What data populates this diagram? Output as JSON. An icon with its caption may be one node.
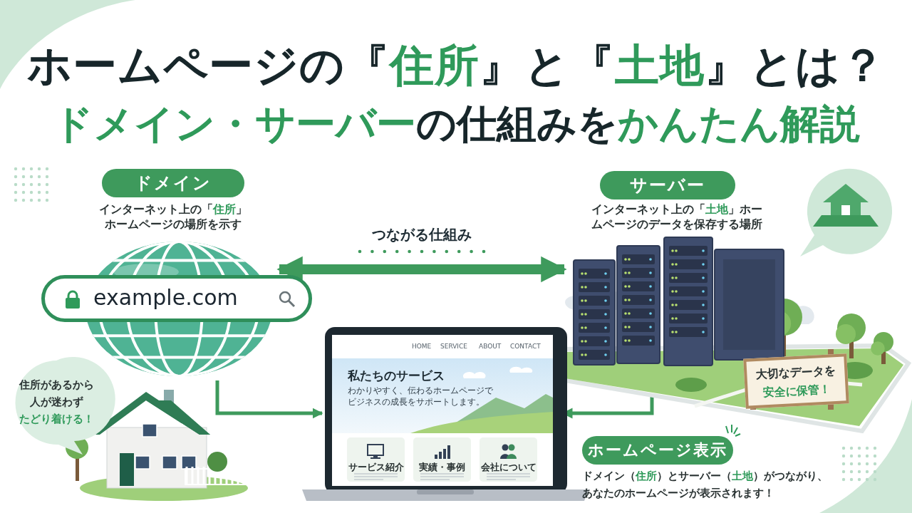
{
  "diagram": {
    "title": "ホームページの『**住所**』と『**土地**』とは？",
    "nodes": [
      {
        "text": [
          "ドメイン"
        ],
        "beside": [
          "インターネット上の「**住所**」ホームページの場所を示す"
        ]
      },
      {
        "text": [
          "サーバー"
        ],
        "beside": [
          "インターネット上の「**土地**」ホームページのデータを保存する場所"
        ]
      },
      {
        "text": [],
        "shape": "picture"
      },
      {
        "text": [
          "example.com"
        ]
      },
      {
        "text": [],
        "shape": "picture"
      },
      {
        "text": [
          "HOME",
          "SERVICE",
          "ABOUT",
          "CONTACT",
          "私たちのサービス",
          "わかりやすく、伝わるホームページでビジネスの成長をサポートします。"
        ]
      },
      {
        "text": [
          "サービス紹介"
        ],
        "in": 5
      },
      {
        "text": [
          "実績・事例"
        ],
        "in": 5
      },
      {
        "text": [
          "会社について"
        ],
        "in": 5
      },
      {
        "text": [
          "住所があるから人が迷わず**たどり着ける！**"
        ]
      },
      {
        "text": [
          "大切なデータを**安全に保管！**"
        ]
      },
      {
        "text": [
          "ホームページ表示"
        ],
        "beside": [
          "ドメイン（**住所**）とサーバー（**土地**）がつながり、あなたのホームページが表示されます！"
        ]
      }
    ],
    "edges": [
      {
        "from": 2,
        "to": 4,
        "arrow": "both",
        "label": "つながる仕組み",
        "style": "thick"
      },
      {
        "from": 2,
        "to": 5,
        "arrow": "to"
      },
      {
        "from": 4,
        "to": 5,
        "arrow": "to"
      }
    ],
    "labels": [
      "**ドメイン・サーバー**の仕組みを**かんたん解説**"
    ]
  }
}
